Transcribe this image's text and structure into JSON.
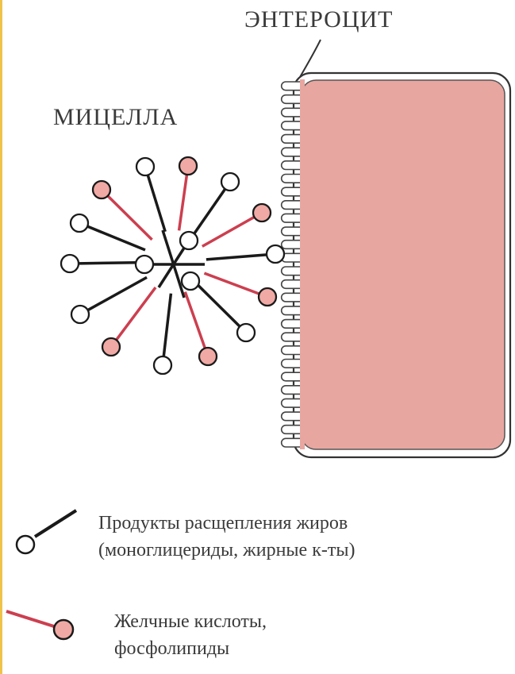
{
  "labels": {
    "enterocyte": "ЭНТЕРОЦИТ",
    "micelle": "МИЦЕЛЛА"
  },
  "legend": [
    {
      "line1": "Продукты расщепления жиров",
      "line2": "(моноглицериды, жирные к-ты)",
      "color": "#1a1a1a"
    },
    {
      "line1": "Желчные кислоты,",
      "line2": "фосфолипиды",
      "color": "#d64d5c"
    }
  ],
  "colors": {
    "cell_fill": "#e8a6a0",
    "bile_head_fill": "#f0a9a4",
    "bile_tail": "#cc3f4f",
    "fat_tail": "#1a1a1a"
  }
}
